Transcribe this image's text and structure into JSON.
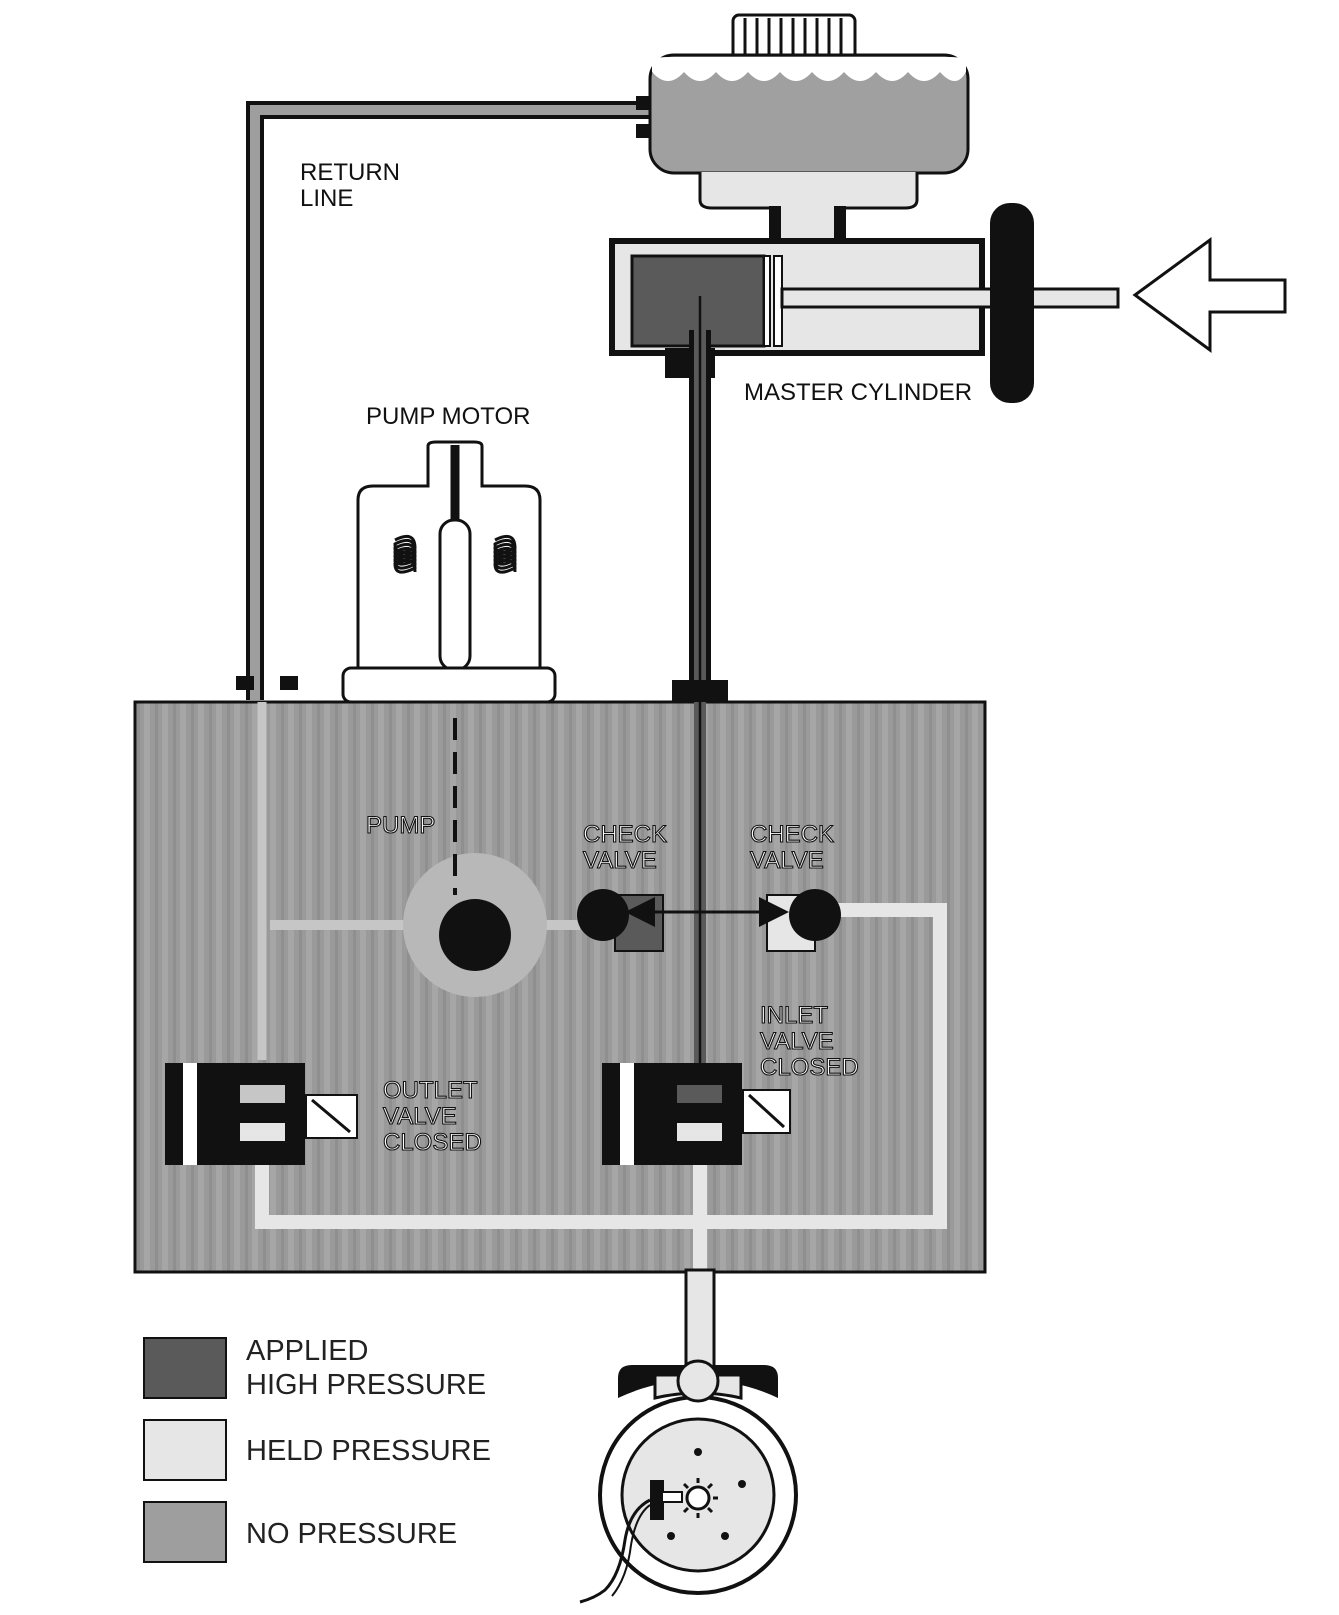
{
  "labels": {
    "return_line": [
      "RETURN",
      "LINE"
    ],
    "master_cylinder": "MASTER CYLINDER",
    "pump_motor": "PUMP MOTOR",
    "pump": "PUMP",
    "check_valve_left": [
      "CHECK",
      "VALVE"
    ],
    "check_valve_right": [
      "CHECK",
      "VALVE"
    ],
    "inlet_valve": [
      "INLET",
      "VALVE",
      "CLOSED"
    ],
    "outlet_valve": [
      "OUTLET",
      "VALVE",
      "CLOSED"
    ]
  },
  "legend": [
    {
      "lines": [
        "APPLIED",
        "HIGH PRESSURE"
      ],
      "color": "#5a5a5a"
    },
    {
      "lines": [
        "HELD PRESSURE"
      ],
      "color": "#e6e6e6"
    },
    {
      "lines": [
        "NO  PRESSURE"
      ],
      "color": "#9e9e9e"
    }
  ],
  "colors": {
    "applied_high_pressure": "#5a5a5a",
    "held_pressure": "#e6e6e6",
    "no_pressure": "#9e9e9e",
    "outline": "#111111"
  }
}
